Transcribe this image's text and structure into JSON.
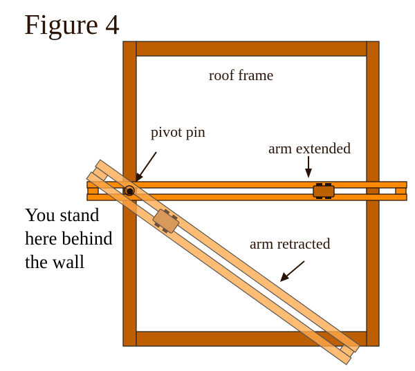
{
  "figure": {
    "title": "Figure 4",
    "labels": {
      "roof_frame": "roof frame",
      "pivot_pin": "pivot pin",
      "arm_extended": "arm extended",
      "arm_retracted": "arm retracted",
      "stand_line1": "You stand",
      "stand_line2": "here behind",
      "stand_line3": "the wall"
    }
  },
  "colors": {
    "frame": "#bd5f00",
    "arm_extended": "#ff8a00",
    "arm_retracted": "#ffb05a",
    "carriage": "#bd6000",
    "outline": "#2a1a10",
    "text": "#2a1408"
  }
}
